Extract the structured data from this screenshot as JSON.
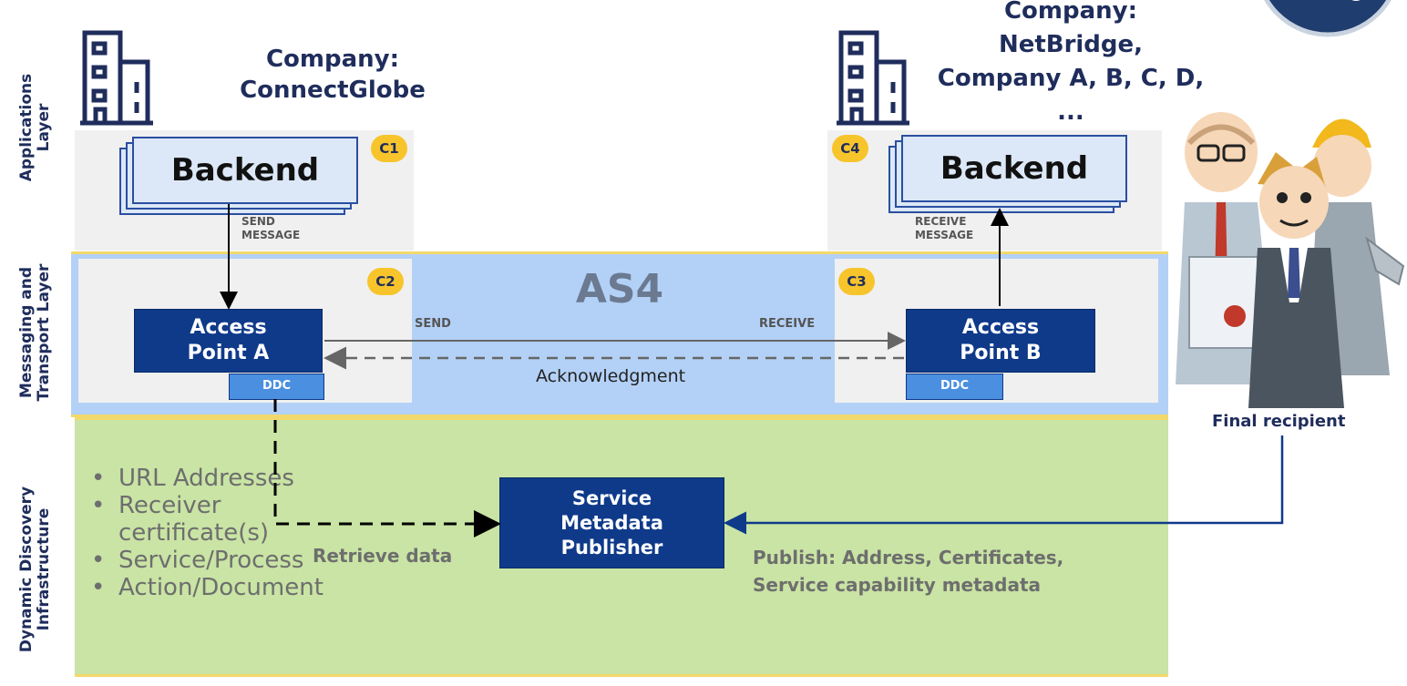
{
  "layers": {
    "applications": [
      "Applications",
      "Layer"
    ],
    "messaging": [
      "Messaging and",
      "Transport Layer"
    ],
    "discovery": [
      "Dynamic Discovery",
      "Infrastructure"
    ]
  },
  "sender_company": [
    "Company:",
    "ConnectGlobe"
  ],
  "receiver_company": [
    "Company:",
    "NetBridge,",
    "Company A, B, C, D, ..."
  ],
  "badges": {
    "c1": "C1",
    "c2": "C2",
    "c3": "C3",
    "c4": "C4"
  },
  "backend_left": "Backend",
  "backend_right": "Backend",
  "send_message": [
    "SEND",
    "MESSAGE"
  ],
  "receive_message": [
    "RECEIVE",
    "MESSAGE"
  ],
  "as4": "AS4",
  "access_point_a": [
    "Access",
    "Point A"
  ],
  "access_point_b": [
    "Access",
    "Point B"
  ],
  "ddc_a": "DDC",
  "ddc_b": "DDC",
  "send": "SEND",
  "receive": "RECEIVE",
  "acknowledgment": "Acknowledgment",
  "final_recipient": "Final recipient",
  "bullets": [
    "URL Addresses",
    "Receiver",
    "certificate(s)",
    "Service/Process",
    "Action/Document"
  ],
  "retrieve_data": "Retrieve data",
  "smp": [
    "Service",
    "Metadata",
    "Publisher"
  ],
  "publish": [
    "Publish:  Address, Certificates,",
    "Service capability metadata"
  ],
  "colors": {
    "navy": "#0f3a8a",
    "ddc": "#4a8fe0",
    "badge": "#f7c52b",
    "messaging_bg": "#b3d1f7",
    "discovery_bg": "#c9e4a4",
    "app_bg": "#f0f0f0"
  }
}
